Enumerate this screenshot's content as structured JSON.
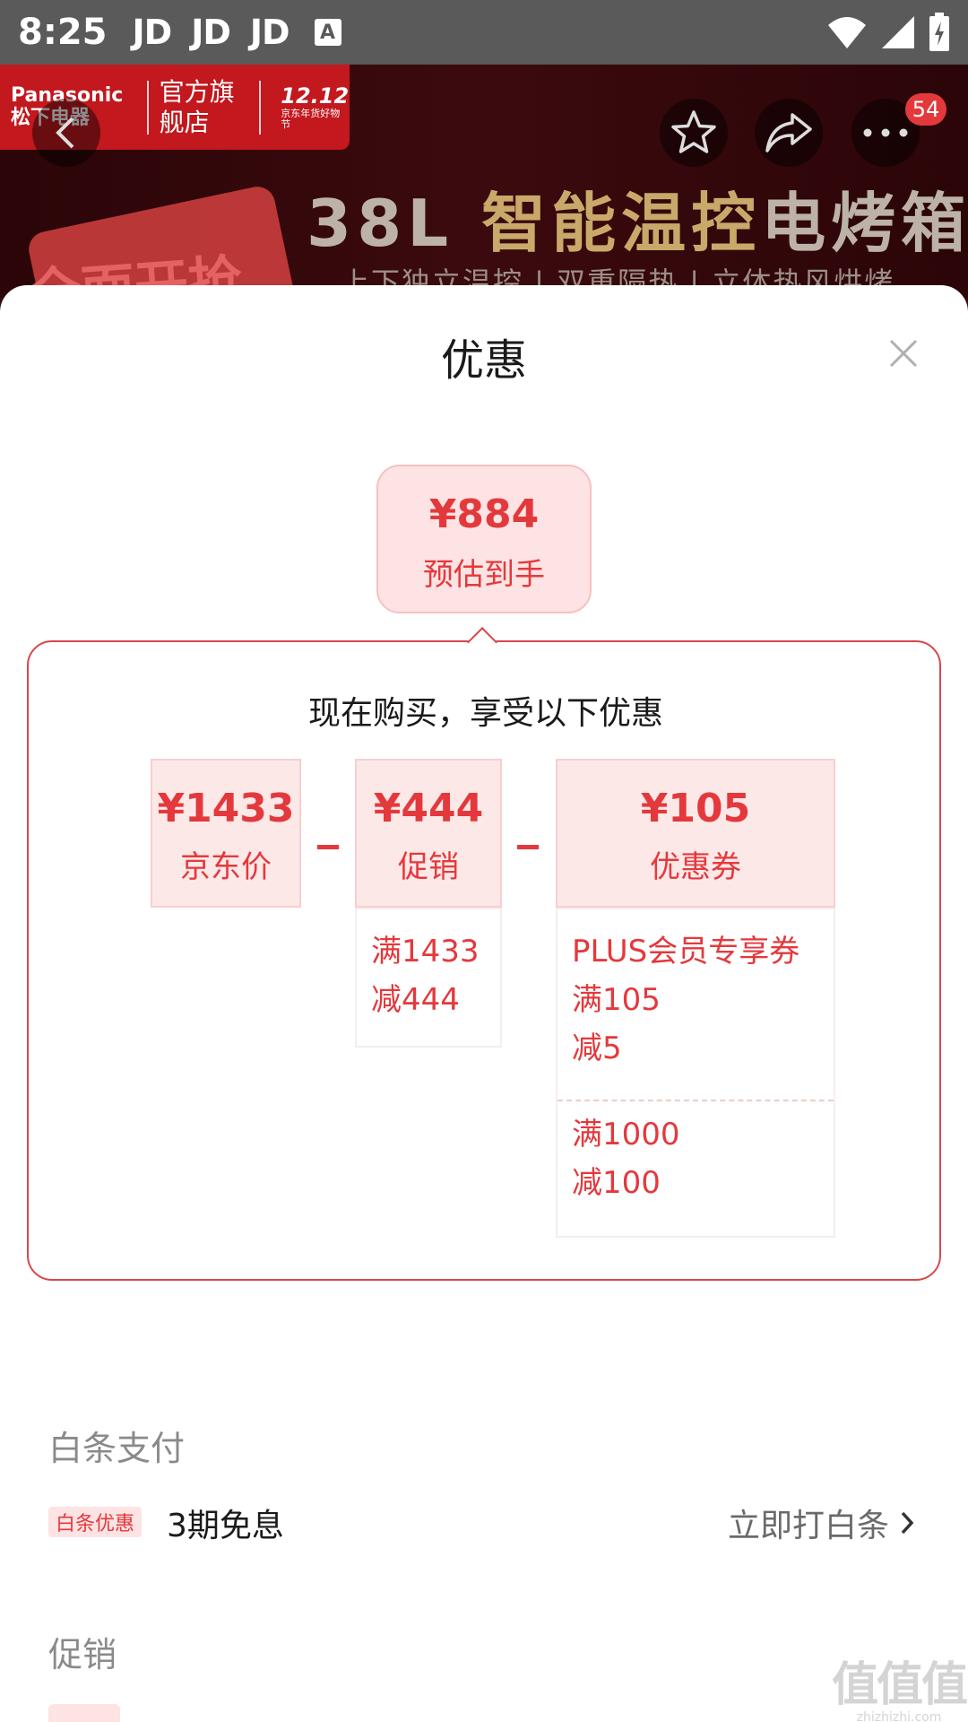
{
  "status_bar": {
    "time": "8:25",
    "notifications": [
      "JD",
      "JD",
      "JD"
    ],
    "a_icon": "A"
  },
  "banner": {
    "brand_name": "Panasonic 松下电器",
    "store": "官方旗舰店",
    "promo_badge": "12.12",
    "promo_badge_sub": "京东年货好物节",
    "headline_prefix": "38L ",
    "headline_highlight": "智能温控",
    "headline_suffix": "电烤箱",
    "subline": "上下独立温控 | 双重隔热 | 立体热风烘烤",
    "left_tag": "全面开抢",
    "cart_count": "54"
  },
  "sheet": {
    "title": "优惠",
    "estimate": {
      "price": "¥884",
      "label": "预估到手"
    },
    "panel_title": "现在购买，享受以下优惠",
    "jd_price": {
      "price": "¥1433",
      "label": "京东价"
    },
    "promotion": {
      "price": "¥444",
      "label": "促销",
      "details": [
        "满1433",
        "减444"
      ]
    },
    "coupon": {
      "price": "¥105",
      "label": "优惠券",
      "items": [
        [
          "PLUS会员专享券",
          "满105",
          "减5"
        ],
        [
          "满1000",
          "减100"
        ]
      ]
    },
    "baitiao": {
      "section_title": "白条支付",
      "tag": "白条优惠",
      "text": "3期免息",
      "link": "立即打白条"
    },
    "promo_section_title": "促销"
  },
  "watermark": {
    "text": "值值值",
    "url": "zhizhizhi.com"
  },
  "colors": {
    "accent": "#e4393c",
    "pink_bg": "#fde8e8",
    "status_bar": "#5a5a5a"
  }
}
